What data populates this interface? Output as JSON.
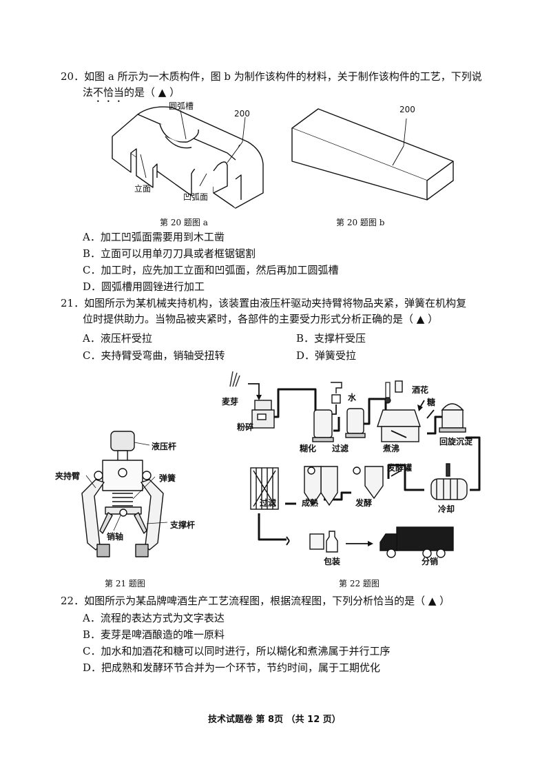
{
  "q20": {
    "number": "20．",
    "line1": "如图 a 所示为一木质构件，图 b 为制作该构件的材料，关于制作该构件的工艺，下列说",
    "line2_pre": "法",
    "line2_emph": "不恰当",
    "line2_post": "的是（ ▲ ）",
    "fig_a": {
      "label_groove": "圆弧槽",
      "label_dim": "200",
      "label_face": "立面",
      "label_concave": "凹弧面",
      "caption": "第 20 题图 a"
    },
    "fig_b": {
      "label_dim": "200",
      "caption": "第 20 题图 b"
    },
    "options": [
      "A．加工凹弧面需要用到木工凿",
      "B．立面可以用单刃刀具或者框锯锯割",
      "C．加工时，应先加工立面和凹弧面，然后再加工圆弧槽",
      "D．圆弧槽用圆锉进行加工"
    ]
  },
  "q21": {
    "number": "21．",
    "line1": "如图所示为某机械夹持机构，该装置由液压杆驱动夹持臂将物品夹紧，弹簧在机构复",
    "line2": "位时提供助力。当物品被夹紧时，各部件的主要受力形式分析正确的是（ ▲ ）",
    "options": [
      "A．液压杆受拉",
      "B．支撑杆受压",
      "C．夹持臂受弯曲，销轴受扭转",
      "D．弹簧受拉"
    ],
    "figure": {
      "hydraulic": "液压杆",
      "arm": "夹持臂",
      "spring": "弹簧",
      "pin": "销轴",
      "support": "支撑杆",
      "caption": "第 21 题图"
    }
  },
  "q22": {
    "number": "22．",
    "line1": "如图所示为某品牌啤酒生产工艺流程图，根据流程图，下列分析恰当的是（ ▲ ）",
    "options": [
      "A．流程的表达方式为文字表达",
      "B．麦芽是啤酒酿造的唯一原料",
      "C．加水和加酒花和糖可以同时进行，所以糊化和煮沸属于并行工序",
      "D．把成熟和发酵环节合并为一个环节，节约时间，属于工期优化"
    ],
    "figure": {
      "malt": "麦芽",
      "crush": "粉碎",
      "water": "水",
      "mash": "糊化",
      "filter1": "过滤",
      "hops": "酒花",
      "sugar": "糖",
      "boil": "煮沸",
      "whirlpool": "回旋沉淀",
      "tank": "发酵罐",
      "filter2": "过滤",
      "mature": "成熟",
      "ferment": "发酵",
      "cool": "冷却",
      "pack": "包装",
      "distribute": "分销",
      "caption": "第 22 题图"
    }
  },
  "footer": "技术试题卷  第 8页  （共 12 页）"
}
